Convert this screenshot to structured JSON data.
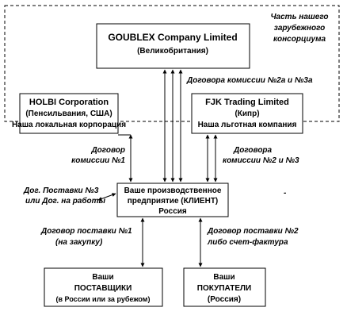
{
  "consortium_note": [
    "Часть нашего",
    "зарубежного",
    "консорциума"
  ],
  "boxes": {
    "goublex": {
      "title": "GOUBLEX Company Limited",
      "subtitle": "(Великобритания)"
    },
    "holbi": {
      "title": "HOLBI Corporation",
      "line2": "(Пенсильвания, США)",
      "line3": "Наша локальная корпорация"
    },
    "fjk": {
      "title": "FJK Trading Limited",
      "line2": "(Кипр)",
      "line3": "Наша льготная компания"
    },
    "client": {
      "line1": "Ваше производственное",
      "line2": "предприятие (КЛИЕНТ)",
      "line3": "Россия"
    },
    "suppliers": {
      "line1": "Ваши",
      "line2": "ПОСТАВЩИКИ",
      "line3": "(в России или за рубежом)"
    },
    "buyers": {
      "line1": "Ваши",
      "line2": "ПОКУПАТЕЛИ",
      "line3": "(Россия)"
    }
  },
  "labels": {
    "commission_2a_3a": "Договора комиссии №2а и №3а",
    "commission_1": [
      "Договор",
      "комиссии №1"
    ],
    "commission_2_3": [
      "Договора",
      "комиссии №2 и №3"
    ],
    "supply_3_or_works": [
      "Дог. Поставки №3",
      "или Дог. на работы"
    ],
    "supply_1": [
      "Договор поставки №1",
      "(на закупку)"
    ],
    "supply_2": [
      "Договор поставки №2",
      "либо счет-фактура"
    ],
    "dash": "-"
  }
}
